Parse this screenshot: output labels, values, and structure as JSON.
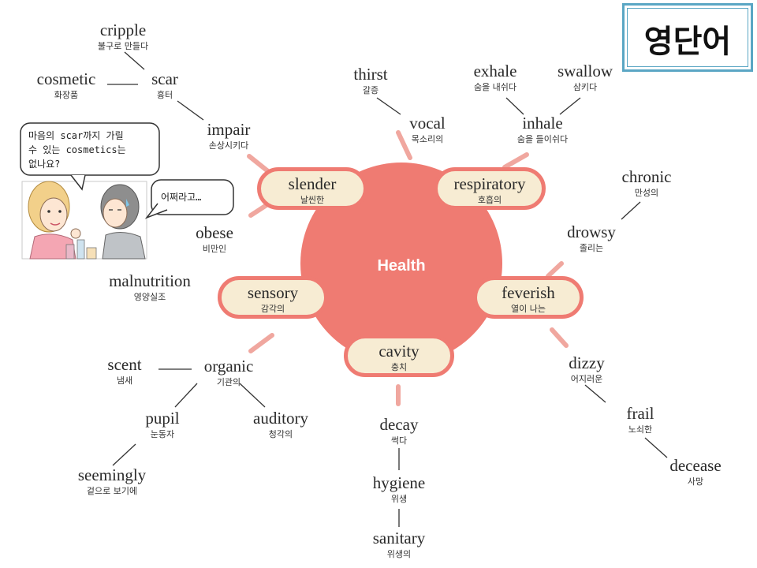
{
  "title": "영단어",
  "center": {
    "label": "Health"
  },
  "hubs": [
    {
      "id": "slender",
      "en": "slender",
      "ko": "날씬한"
    },
    {
      "id": "respiratory",
      "en": "respiratory",
      "ko": "호흡의"
    },
    {
      "id": "feverish",
      "en": "feverish",
      "ko": "열이 나는"
    },
    {
      "id": "cavity",
      "en": "cavity",
      "ko": "충치"
    },
    {
      "id": "sensory",
      "en": "sensory",
      "ko": "감각의"
    }
  ],
  "words": [
    {
      "id": "cripple",
      "en": "cripple",
      "ko": "불구로 만들다"
    },
    {
      "id": "cosmetic",
      "en": "cosmetic",
      "ko": "화장품"
    },
    {
      "id": "scar",
      "en": "scar",
      "ko": "흉터"
    },
    {
      "id": "impair",
      "en": "impair",
      "ko": "손상시키다"
    },
    {
      "id": "thirst",
      "en": "thirst",
      "ko": "갈증"
    },
    {
      "id": "vocal",
      "en": "vocal",
      "ko": "목소리의"
    },
    {
      "id": "exhale",
      "en": "exhale",
      "ko": "숨을 내쉬다"
    },
    {
      "id": "swallow",
      "en": "swallow",
      "ko": "삼키다"
    },
    {
      "id": "inhale",
      "en": "inhale",
      "ko": "숨을 들이쉬다"
    },
    {
      "id": "chronic",
      "en": "chronic",
      "ko": "만성의"
    },
    {
      "id": "drowsy",
      "en": "drowsy",
      "ko": "졸리는"
    },
    {
      "id": "obese",
      "en": "obese",
      "ko": "비만인"
    },
    {
      "id": "malnutrition",
      "en": "malnutrition",
      "ko": "영양실조"
    },
    {
      "id": "scent",
      "en": "scent",
      "ko": "냄새"
    },
    {
      "id": "organic",
      "en": "organic",
      "ko": "기관의"
    },
    {
      "id": "pupil",
      "en": "pupil",
      "ko": "눈동자"
    },
    {
      "id": "auditory",
      "en": "auditory",
      "ko": "청각의"
    },
    {
      "id": "seemingly",
      "en": "seemingly",
      "ko": "겉으로 보기에"
    },
    {
      "id": "decay",
      "en": "decay",
      "ko": "썩다"
    },
    {
      "id": "hygiene",
      "en": "hygiene",
      "ko": "위생"
    },
    {
      "id": "sanitary",
      "en": "sanitary",
      "ko": "위생의"
    },
    {
      "id": "dizzy",
      "en": "dizzy",
      "ko": "어지러운"
    },
    {
      "id": "frail",
      "en": "frail",
      "ko": "노쇠한"
    },
    {
      "id": "decease",
      "en": "decease",
      "ko": "사망"
    }
  ],
  "connections": [
    [
      "cripple",
      "scar"
    ],
    [
      "cosmetic",
      "scar"
    ],
    [
      "scar",
      "impair"
    ],
    [
      "thirst",
      "vocal"
    ],
    [
      "exhale",
      "inhale"
    ],
    [
      "swallow",
      "inhale"
    ],
    [
      "chronic",
      "drowsy"
    ],
    [
      "scent",
      "organic"
    ],
    [
      "organic",
      "pupil"
    ],
    [
      "organic",
      "auditory"
    ],
    [
      "pupil",
      "seemingly"
    ],
    [
      "decay",
      "hygiene"
    ],
    [
      "hygiene",
      "sanitary"
    ],
    [
      "dizzy",
      "frail"
    ],
    [
      "frail",
      "decease"
    ]
  ],
  "cartoon": {
    "speech_line1": "마음의 scar까지 가릴",
    "speech_line2": "수 있는 cosmetics는",
    "speech_line3": "없나요?",
    "reply": "어쩌라고…"
  },
  "colors": {
    "accent": "#ef7b72",
    "pill_fill": "#f7ecd3",
    "frame": "#5aa6c4"
  }
}
